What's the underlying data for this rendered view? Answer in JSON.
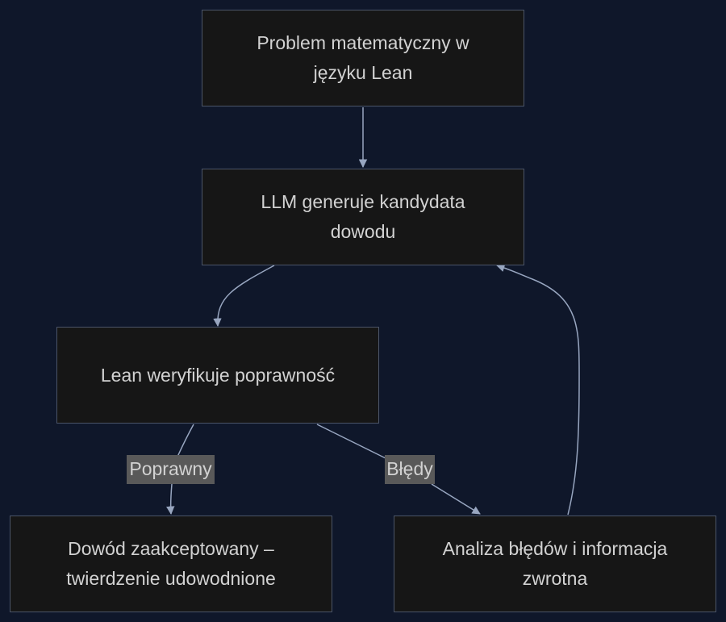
{
  "colors": {
    "background": "#0f172a",
    "node_fill": "#161616",
    "node_border": "#4b5568",
    "edge": "#98a6c0",
    "text": "#d2d2d2",
    "label_fill": "#595959"
  },
  "nodes": {
    "problem": "Problem matematyczny w języku Lean",
    "llm": "LLM generuje kandydata dowodu",
    "lean": "Lean weryfikuje poprawność",
    "accepted": "Dowód zaakceptowany – twierdzenie udowodnione",
    "analysis": "Analiza błędów i informacja zwrotna"
  },
  "edges": [
    {
      "from": "problem",
      "to": "llm",
      "label": ""
    },
    {
      "from": "llm",
      "to": "lean",
      "label": ""
    },
    {
      "from": "lean",
      "to": "accepted",
      "label": "Poprawny"
    },
    {
      "from": "lean",
      "to": "analysis",
      "label": "Błędy"
    },
    {
      "from": "analysis",
      "to": "llm",
      "label": ""
    }
  ],
  "edge_labels": {
    "correct": "Poprawny",
    "errors": "Błędy"
  }
}
